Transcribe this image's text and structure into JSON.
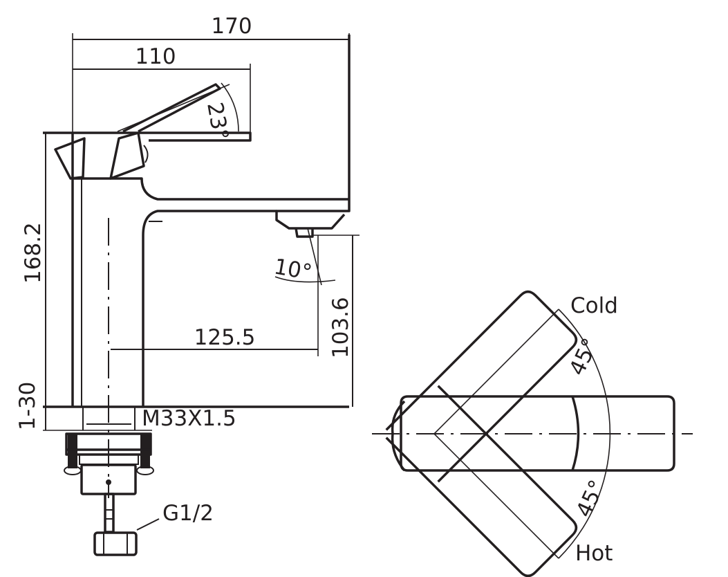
{
  "side_view": {
    "dim_total_length": "170",
    "dim_lever_length": "110",
    "lever_angle": "23°",
    "dim_height": "168.2",
    "outlet_angle": "10°",
    "dim_reach": "125.5",
    "dim_outlet_height": "103.6",
    "dim_deck_thickness": "1-30",
    "thread_spec": "M33X1.5",
    "hose_connection": "G1/2"
  },
  "top_view": {
    "cold_label": "Cold",
    "hot_label": "Hot",
    "cold_angle": "45°",
    "hot_angle": "45°"
  },
  "colors": {
    "line": "#231f20",
    "background": "#ffffff"
  }
}
